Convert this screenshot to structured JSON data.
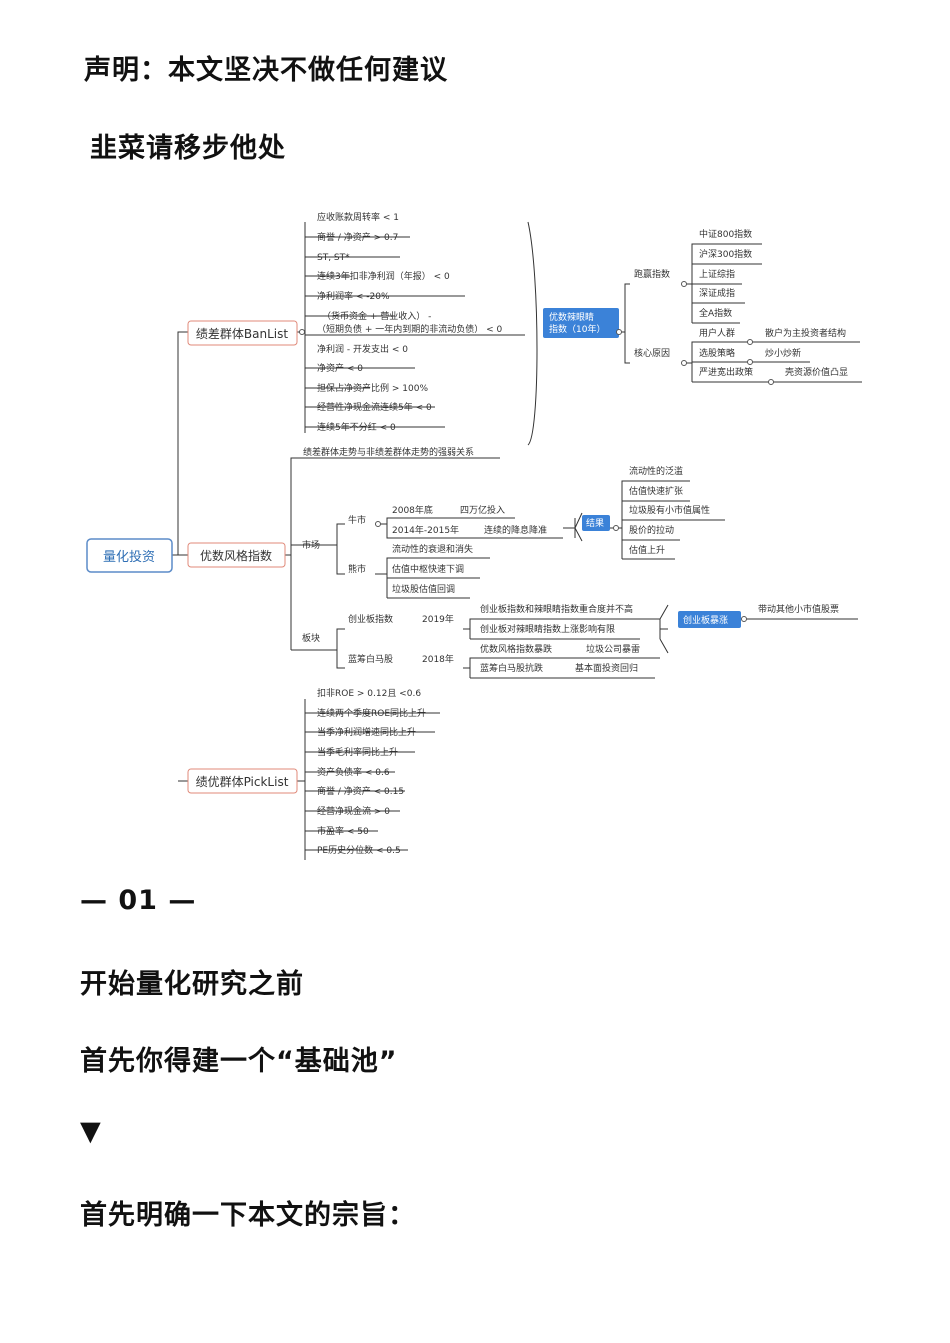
{
  "headings": {
    "statement": "声明：本文坚决不做任何建议",
    "leeks": "韭菜请移步他处",
    "section": "— 01 —",
    "start": "开始量化研究之前",
    "pool": "首先你得建一个“基础池”",
    "arrow": "▼",
    "purpose": "首先明确一下本文的宗旨："
  },
  "mindmap": {
    "root": "量化投资",
    "ban": {
      "label": "绩差群体BanList",
      "items": [
        "应收账款周转率 < 1",
        "商誉 / 净资产 > 0.7",
        "ST, ST*",
        "连续3年扣非净利润（年报） < 0",
        "净利润率 < -20%",
        "（货币资金 + 营业收入） -",
        "（短期负债 + 一年内到期的非流动负债） < 0",
        "净利润 - 开发支出 < 0",
        "净资产 < 0",
        "担保占净资产比例 > 100%",
        "经营性净现金流连续5年 < 0",
        "连续5年不分红 < 0"
      ],
      "side": {
        "tag1": "优数辣眼睛",
        "tag2": "指数（10年）",
        "run_label": "跑赢指数",
        "run_items": [
          "中证800指数",
          "沪深300指数",
          "上证综指",
          "深证成指",
          "全A指数"
        ],
        "core_label": "核心原因",
        "core": [
          {
            "k": "用户人群",
            "v": "散户为主投资者结构"
          },
          {
            "k": "选股策略",
            "v": "炒小炒新"
          },
          {
            "k": "严进宽出政策",
            "v": "壳资源价值凸显"
          }
        ]
      }
    },
    "style": {
      "label": "优数风格指数",
      "relation": "绩差群体走势与非绩差群体走势的强弱关系",
      "market": "市场",
      "bull": "牛市",
      "bull_items": [
        {
          "k": "2008年底",
          "v": "四万亿投入"
        },
        {
          "k": "2014年-2015年",
          "v": "连续的降息降准"
        }
      ],
      "result": "结果",
      "result_items": [
        "流动性的泛滥",
        "估值快速扩张",
        "垃圾股有小市值属性",
        "股价的拉动",
        "估值上升"
      ],
      "bear": "熊市",
      "bear_items": [
        "流动性的衰退和消失",
        "估值中枢快速下调",
        "垃圾股估值回调"
      ],
      "sector": "板块",
      "gem": "创业板指数",
      "gem_year": "2019年",
      "gem_items": [
        "创业板指数和辣眼睛指数重合度并不高",
        "创业板对辣眼睛指数上涨影响有限"
      ],
      "gem_tag": "创业板暴涨",
      "gem_result": "带动其他小市值股票",
      "bluechip": "蓝筹白马股",
      "bluechip_year": "2018年",
      "bluechip_items": [
        {
          "k": "优数风格指数暴跌",
          "v": "垃圾公司暴雷"
        },
        {
          "k": "蓝筹白马股抗跌",
          "v": "基本面投资回归"
        }
      ]
    },
    "pick": {
      "label": "绩优群体PickList",
      "items": [
        "扣非ROE > 0.12且 <0.6",
        "连续两个季度ROE同比上升",
        "当季净利润增速同比上升",
        "当季毛利率同比上升",
        "资产负债率 < 0.6",
        "商誉 / 净资产 < 0.15",
        "经营净现金流 > 0",
        "市盈率 < 50",
        "PE历史分位数 < 0.5"
      ]
    }
  }
}
